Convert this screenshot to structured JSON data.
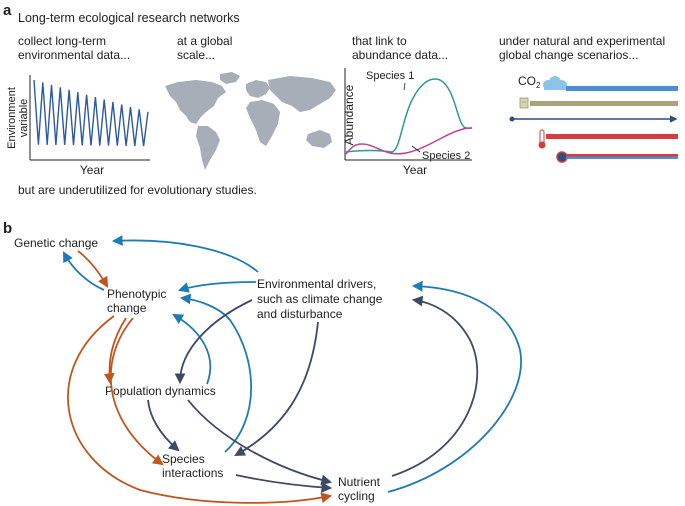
{
  "panel_a": {
    "label": "a",
    "heading": "Long-term ecological research networks",
    "col1": [
      "collect long-term",
      "environmental data..."
    ],
    "col2": [
      "at a global",
      "scale..."
    ],
    "col3": [
      "that link to",
      "abundance data..."
    ],
    "col4": [
      "under natural and experimental",
      "global change scenarios..."
    ],
    "footer": "but are underutilized for evolutionary studies.",
    "env_plot": {
      "ylabel": [
        "Environment",
        "variable"
      ],
      "xlabel": "Year"
    },
    "abund_plot": {
      "ylabel": "Abundance",
      "xlabel": "Year",
      "species1": "Species 1",
      "species2": "Species 2"
    },
    "scenarios": {
      "co2_base": "CO",
      "co2_sub": "2"
    }
  },
  "panel_b": {
    "label": "b",
    "nodes": {
      "genetic": "Genetic change",
      "phenotypic": [
        "Phenotypic",
        "change"
      ],
      "environmental": [
        "Environmental drivers,",
        "such as climate change",
        "and disturbance"
      ],
      "population": "Population dynamics",
      "species": [
        "Species",
        "interactions"
      ],
      "nutrient": [
        "Nutrient",
        "cycling"
      ]
    }
  },
  "colors": {
    "blue": "#1f7bb6",
    "orange": "#c0561e",
    "navy": "#3d4a66",
    "env_line": "#2d5aa0",
    "map": "#a8aeb8",
    "sp1": "#2a9d8f",
    "sp2": "#c2409b",
    "scen_blue": "#4a8fd0",
    "scen_olive": "#a8a37a",
    "scen_red": "#d63c3c",
    "scen_darkblue": "#2c4f7c"
  }
}
